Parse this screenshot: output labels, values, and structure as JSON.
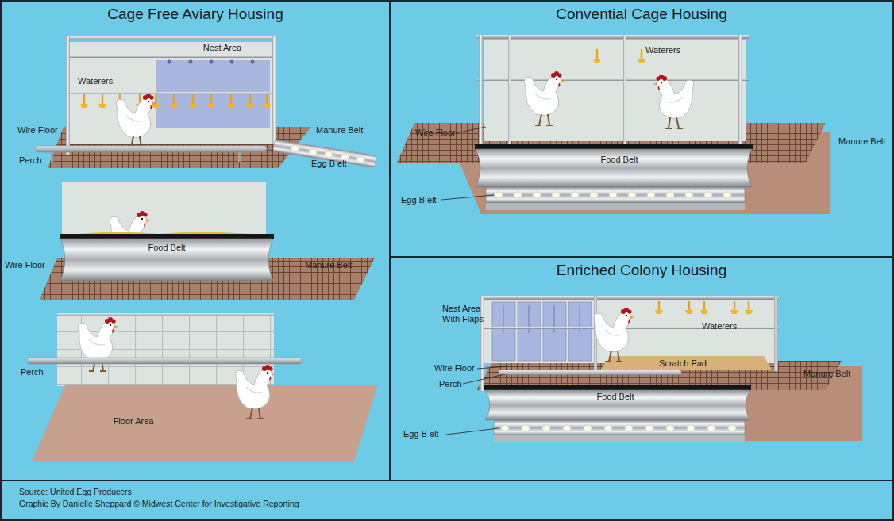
{
  "diagram": {
    "nodes": [
      {
        "text": [
          "Cage Free Aviary Housing"
        ]
      },
      {
        "text": [
          "Convential Cage Housing"
        ]
      },
      {
        "text": [
          "Enriched Colony Housing"
        ]
      },
      {
        "text": [
          "Source: United Egg Producers",
          "Graphic By Danielle Sheppard © Midwest Center for Investigative Reporting"
        ]
      }
    ],
    "labels": [
      "Nest Area",
      "Waterers",
      "Wire Floor",
      "Manure Belt",
      "Perch",
      "Egg B elt",
      "Food Belt",
      "Wire Floor",
      "Manure Belt",
      "Perch",
      "Floor Area",
      "Waterers",
      "Wire Floor",
      "Manure Belt",
      "Food Belt",
      "Egg B elt",
      "Nest Area With Flaps",
      "Waterers",
      "Scratch Pad",
      "Wire Floor",
      "Perch",
      "Manure Belt",
      "Food Belt",
      "Egg B elt"
    ]
  }
}
